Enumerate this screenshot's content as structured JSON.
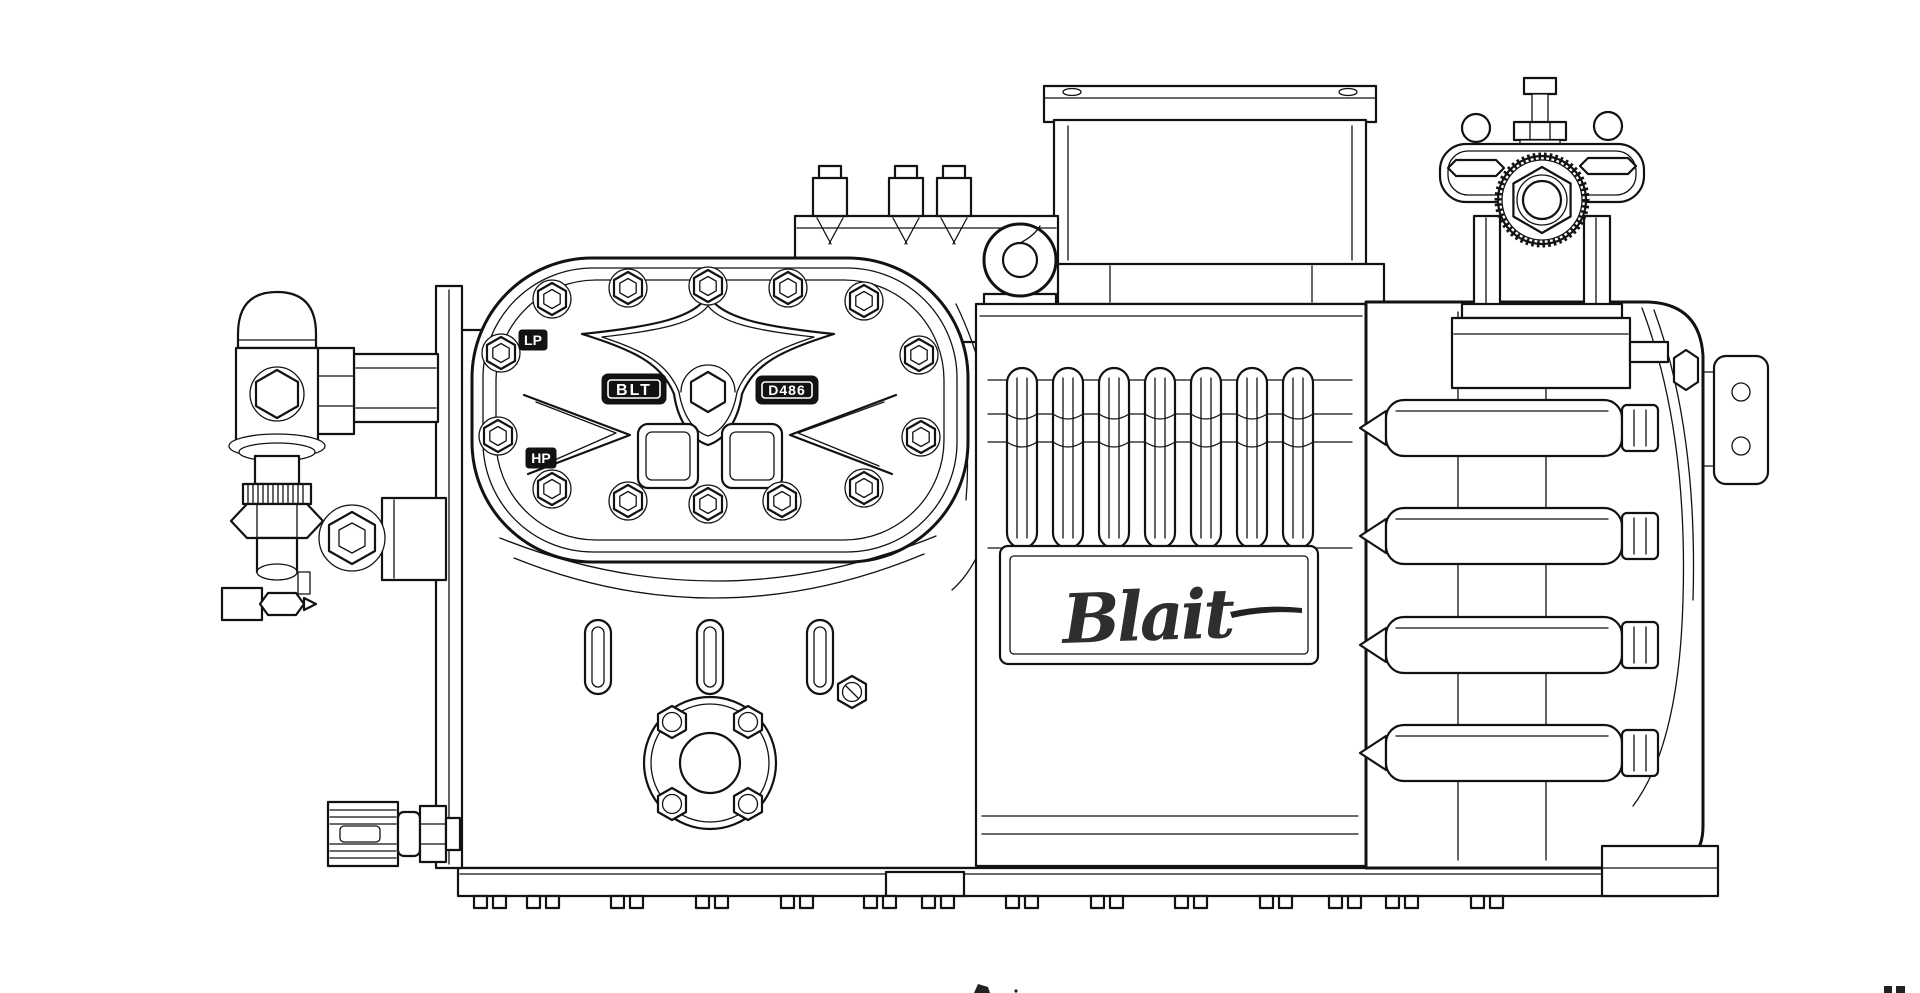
{
  "drawing": {
    "badges": {
      "lp": "LP",
      "hp": "HP",
      "blt": "BLT",
      "model": "D486"
    },
    "logo": {
      "text": "Blait"
    },
    "colors": {
      "line": "#121212",
      "background": "#ffffff",
      "badge_bg": "#121212",
      "badge_text": "#ffffff",
      "logo_ink": "#2e2e2e"
    }
  }
}
